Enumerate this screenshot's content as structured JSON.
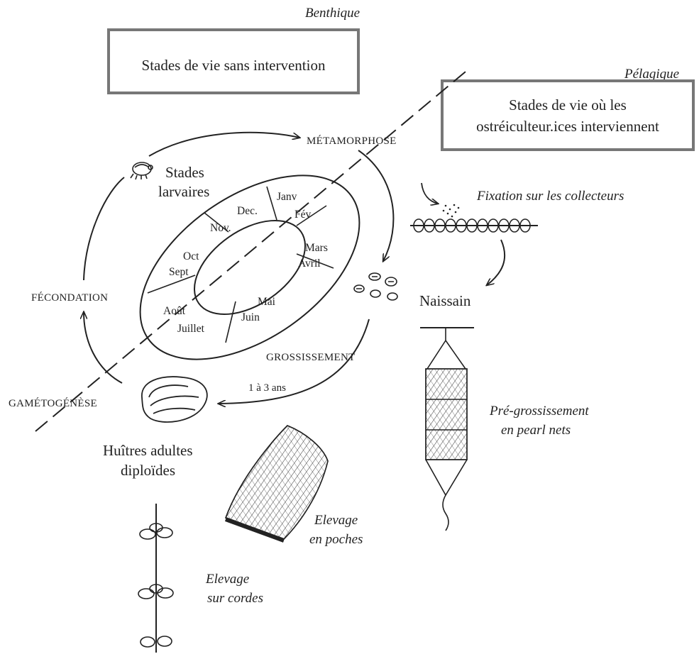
{
  "zones": {
    "benthic": "Benthique",
    "pelagic": "Pélagique"
  },
  "boxes": {
    "no_intervention": "Stades de vie sans intervention",
    "intervention_line1": "Stades de vie où les",
    "intervention_line2": "ostréiculteur.ices interviennent"
  },
  "stages": {
    "metamorphose": "MÉTAMORPHOSE",
    "fecondation": "FÉCONDATION",
    "gametogenese": "GAMÉTOGÉNÈSE",
    "grossissement": "GROSSISSEMENT",
    "duration": "1 à 3 ans",
    "larval_line1": "Stades",
    "larval_line2": "larvaires",
    "naissain": "Naissain",
    "adult_line1": "Huîtres adultes",
    "adult_line2": "diploïdes"
  },
  "methods": {
    "fixation": "Fixation sur les collecteurs",
    "pregrow_line1": "Pré-grossissement",
    "pregrow_line2": "en pearl nets",
    "pockets_line1": "Elevage",
    "pockets_line2": "en poches",
    "ropes_line1": "Elevage",
    "ropes_line2": "sur cordes"
  },
  "months": {
    "janv": "Janv",
    "fev": "Fév",
    "dec": "Dec.",
    "nov": "Nov.",
    "oct": "Oct",
    "sept": "Sept",
    "mars": "Mars",
    "avril": "Avril",
    "aout": "Août",
    "juillet": "Juillet",
    "mai": "Mai",
    "juin": "Juin"
  }
}
